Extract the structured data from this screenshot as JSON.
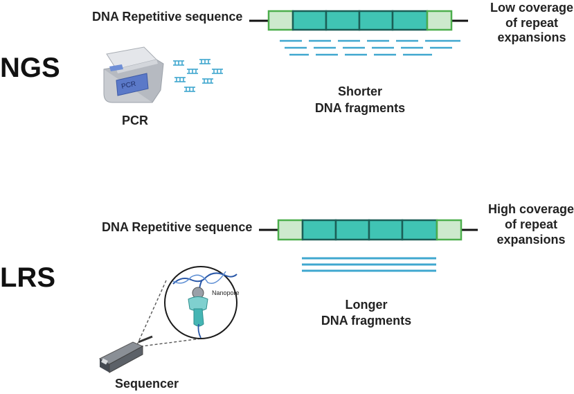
{
  "ngs": {
    "title": "NGS",
    "sequence_label": "DNA Repetitive sequence",
    "coverage_lines": [
      "Low coverage",
      "of repeat",
      "expansions"
    ],
    "fragment_lines": [
      "Shorter",
      "DNA fragments"
    ],
    "device_label": "PCR",
    "device_screen_text": "PCR"
  },
  "lrs": {
    "title": "LRS",
    "sequence_label": "DNA Repetitive sequence",
    "coverage_lines": [
      "High coverage",
      "of repeat",
      "expansions"
    ],
    "fragment_lines": [
      "Longer",
      "DNA fragments"
    ],
    "device_label": "Sequencer",
    "zoom_label": "Nanopore"
  },
  "colors": {
    "flank_fill": "#cde9cd",
    "flank_stroke": "#4cae4c",
    "repeat_fill": "#40c4b4",
    "repeat_stroke": "#1b5e57",
    "fragment": "#3fa7cf",
    "text": "#222222"
  }
}
